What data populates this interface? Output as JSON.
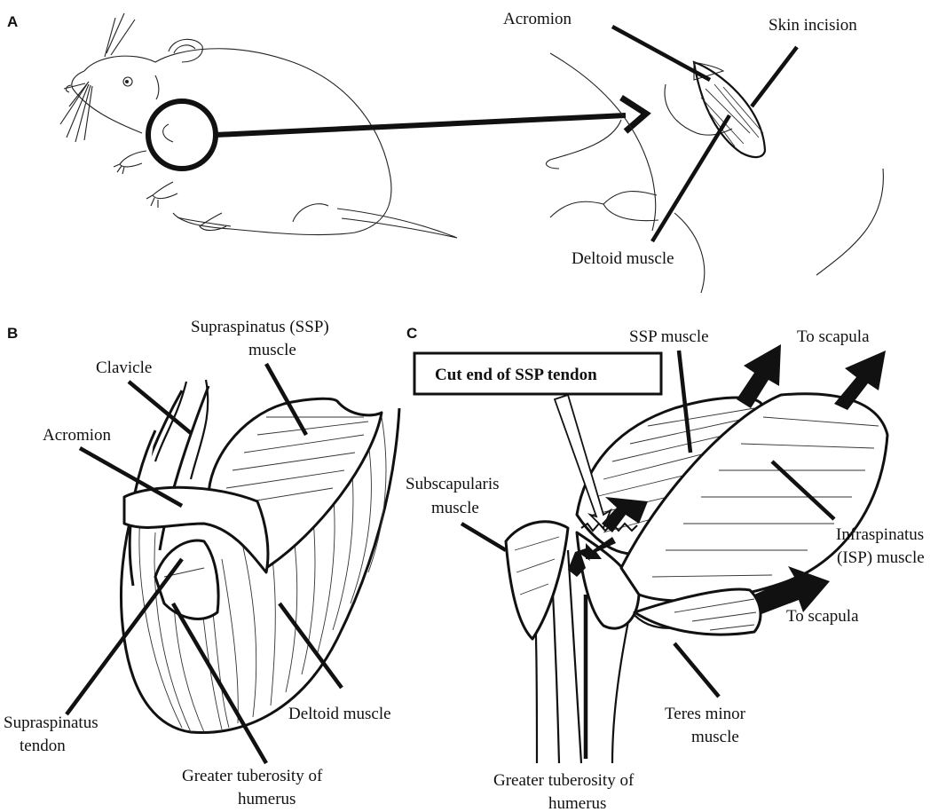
{
  "panels": {
    "a": {
      "letter": "A",
      "labels": {
        "acromion": "Acromion",
        "skin_incision": "Skin incision",
        "deltoid": "Deltoid muscle"
      }
    },
    "b": {
      "letter": "B",
      "labels": {
        "ssp_line1": "Supraspinatus (SSP)",
        "ssp_line2": "muscle",
        "clavicle": "Clavicle",
        "acromion": "Acromion",
        "sst_line1": "Supraspinatus",
        "sst_line2": "tendon",
        "deltoid": "Deltoid muscle",
        "gt_line1": "Greater tuberosity of",
        "gt_line2": "humerus"
      }
    },
    "c": {
      "letter": "C",
      "labels": {
        "cut_end": "Cut end of SSP tendon",
        "ssp_muscle": "SSP muscle",
        "to_scapula_top": "To scapula",
        "subscap_line1": "Subscapularis",
        "subscap_line2": "muscle",
        "isp_line1": "Infraspinatus",
        "isp_line2": "(ISP) muscle",
        "to_scapula_bottom": "To scapula",
        "teres_line1": "Teres minor",
        "teres_line2": "muscle",
        "gt_line1": "Greater tuberosity of",
        "gt_line2": "humerus"
      }
    }
  }
}
